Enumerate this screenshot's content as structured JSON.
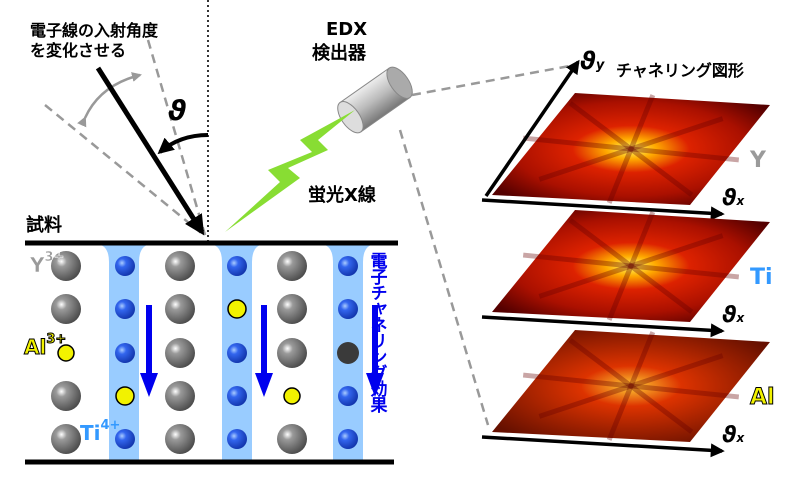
{
  "labels": {
    "beam_angle_line1": "電子線の入射角度",
    "beam_angle_line2": "を変化させる",
    "theta": "ϑ",
    "edx_line1": "EDX",
    "edx_line2": "検出器",
    "fluorescent_xray": "蛍光X線",
    "sample": "試料",
    "channeling_effect": "電子チャネリング効果",
    "channeling_pattern": "チャネリング図形",
    "theta_y": "ϑ",
    "theta_y_sub": "y",
    "theta_x": "ϑ",
    "theta_x_sub": "x"
  },
  "ions": [
    {
      "symbol": "Y",
      "charge": "3+",
      "color": "#9a9a9a"
    },
    {
      "symbol": "Al",
      "charge": "3+",
      "color": "#f2f200"
    },
    {
      "symbol": "Ti",
      "charge": "4+",
      "color": "#3399ff"
    }
  ],
  "patterns": [
    {
      "element": "Y",
      "color": "#9a9a9a"
    },
    {
      "element": "Ti",
      "color": "#3399ff"
    },
    {
      "element": "Al",
      "color": "#f2f200"
    }
  ],
  "colors": {
    "channel": "#99ccff",
    "arrow": "#0000ee",
    "xray": "#88dd33"
  }
}
